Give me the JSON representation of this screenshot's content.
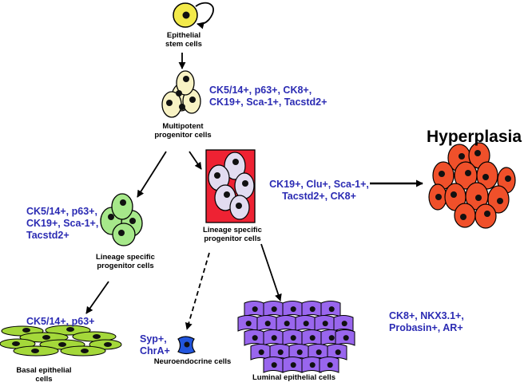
{
  "colors": {
    "marker_text": "#2b2bb3",
    "stem_cell": "#f3ea4a",
    "multipotent_cell": "#f8f2c4",
    "lineage_basal_cell": "#a6e88a",
    "lineage_luminal_box": "#ee2233",
    "lineage_luminal_cell": "#e2dcf0",
    "hyperplasia_cell": "#f0502a",
    "basal_layer": "#a4d83a",
    "neuroendocrine_cell": "#2255dd",
    "luminal_layer": "#9966ee",
    "nucleus": "#111111"
  },
  "nodes": {
    "stem": {
      "label": "Epithelial\nstem cells"
    },
    "multipotent": {
      "label": "Multipotent\nprogenitor cells",
      "markers": "CK5/14+, p63+, CK8+,\nCK19+, Sca-1+, Tacstd2+"
    },
    "lineage_basal": {
      "label": "Lineage specific\nprogenitor cells",
      "markers": "CK5/14+, p63+,\nCK19+, Sca-1+,\nTacstd2+"
    },
    "lineage_luminal": {
      "label": "Lineage specific\nprogenitor cells",
      "markers": "CK19+, Clu+, Sca-1+,\nTacstd2+, CK8+"
    },
    "hyperplasia": {
      "label": "Hyperplasia"
    },
    "basal": {
      "label": "Basal epithelial\ncells",
      "markers": "CK5/14+, p63+"
    },
    "neuroendocrine": {
      "label": "Neuroendocrine cells",
      "markers": "Syp+,\nChrA+"
    },
    "luminal": {
      "label": "Luminal epithelial cells",
      "markers": "CK8+, NKX3.1+,\nProbasin+, AR+"
    }
  },
  "edges": [
    {
      "from": "stem",
      "to": "stem",
      "style": "self-renewal"
    },
    {
      "from": "stem",
      "to": "multipotent",
      "style": "solid"
    },
    {
      "from": "multipotent",
      "to": "lineage_basal",
      "style": "solid"
    },
    {
      "from": "multipotent",
      "to": "lineage_luminal",
      "style": "solid"
    },
    {
      "from": "lineage_luminal",
      "to": "hyperplasia",
      "style": "solid"
    },
    {
      "from": "lineage_basal",
      "to": "basal",
      "style": "solid"
    },
    {
      "from": "lineage_luminal",
      "to": "neuroendocrine",
      "style": "dashed"
    },
    {
      "from": "lineage_luminal",
      "to": "luminal",
      "style": "solid"
    }
  ]
}
